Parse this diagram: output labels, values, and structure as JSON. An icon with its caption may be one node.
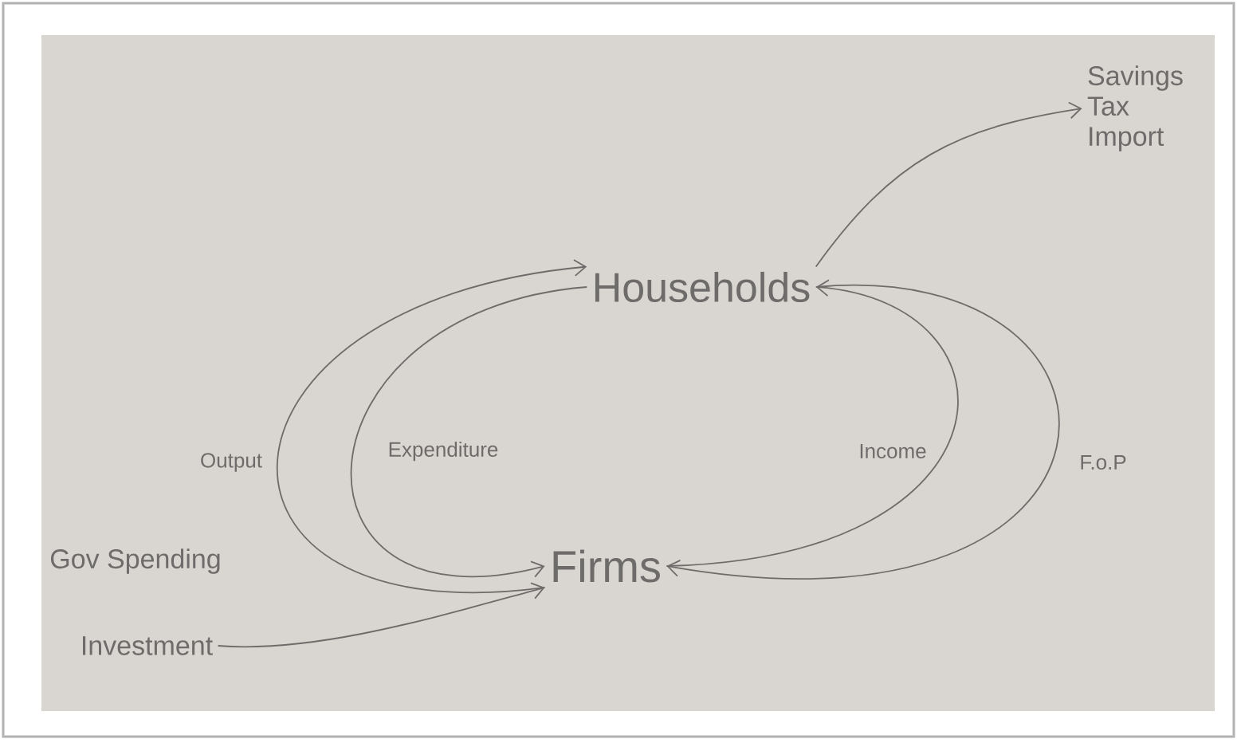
{
  "diagram": {
    "nodes": [
      {
        "text": [
          "Households"
        ]
      },
      {
        "text": [
          "Firms"
        ]
      },
      {
        "text": [
          "Savings Tax Import"
        ]
      },
      {
        "text": [
          "Gov Spending"
        ]
      },
      {
        "text": [
          "Investment"
        ]
      }
    ],
    "edges": [
      {
        "from": 1,
        "to": 0,
        "arrow": "to",
        "label": "Output"
      },
      {
        "from": 0,
        "to": 1,
        "arrow": "to",
        "label": "Expenditure"
      },
      {
        "from": 1,
        "to": 0,
        "arrow": "to",
        "label": "Income"
      },
      {
        "from": 0,
        "to": 1,
        "arrow": "to",
        "label": "F.o.P"
      },
      {
        "from": 0,
        "to": 2,
        "arrow": "to"
      },
      {
        "from": 4,
        "to": 1,
        "arrow": "to"
      }
    ]
  }
}
